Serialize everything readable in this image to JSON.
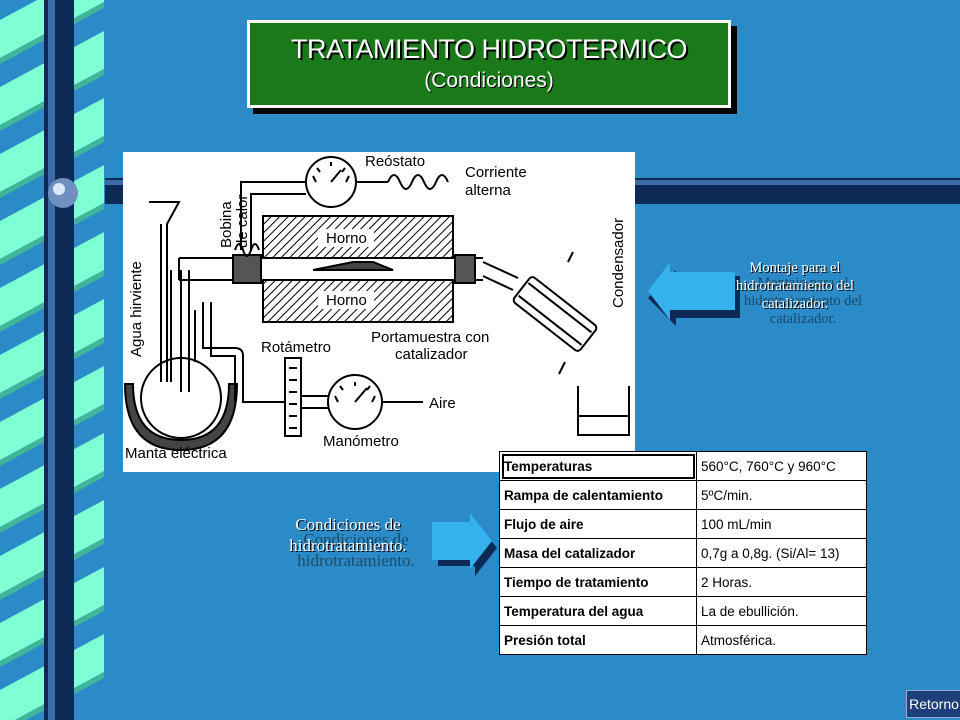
{
  "slide": {
    "title": "TRATAMIENTO HIDROTERMICO",
    "subtitle": "(Condiciones)"
  },
  "diagram_labels": {
    "reostato": "Reóstato",
    "corriente": "Corriente",
    "alterna": "alterna",
    "bobina": "Bobina",
    "de_calor": "de calor",
    "horno_top": "Horno",
    "horno_bottom": "Horno",
    "condensador": "Condensador",
    "agua_hirviente": "Agua hirviente",
    "rotametro": "Rotámetro",
    "portamuestra": "Portamuestra con",
    "catalizador": "catalizador",
    "aire": "Aire",
    "manometro": "Manómetro",
    "manta": "Manta eléctrica"
  },
  "callouts": {
    "montaje": [
      "Montaje para el",
      "hidrotratamiento del",
      "catalizador."
    ],
    "condiciones": [
      "Condiciones de",
      "hidrotratamiento."
    ]
  },
  "conditions": [
    {
      "label": "Temperaturas",
      "value": "560°C, 760°C y 960°C"
    },
    {
      "label": "Rampa de calentamiento",
      "value": "5ºC/min."
    },
    {
      "label": "Flujo de aire",
      "value": "100 mL/min"
    },
    {
      "label": "Masa del catalizador",
      "value": "0,7g a 0,8g. (Si/Al= 13)"
    },
    {
      "label": "Tiempo de tratamiento",
      "value": "2 Horas."
    },
    {
      "label": "Temperatura del agua",
      "value": "La de ebullición."
    },
    {
      "label": "Presión total",
      "value": "Atmosférica."
    }
  ],
  "nav": {
    "retorno": "Retorno"
  },
  "colors": {
    "background": "#2b8bc8",
    "title_box": "#1a7a1a",
    "ribbon": "#7fffd4",
    "rod": "#0d2a57"
  }
}
